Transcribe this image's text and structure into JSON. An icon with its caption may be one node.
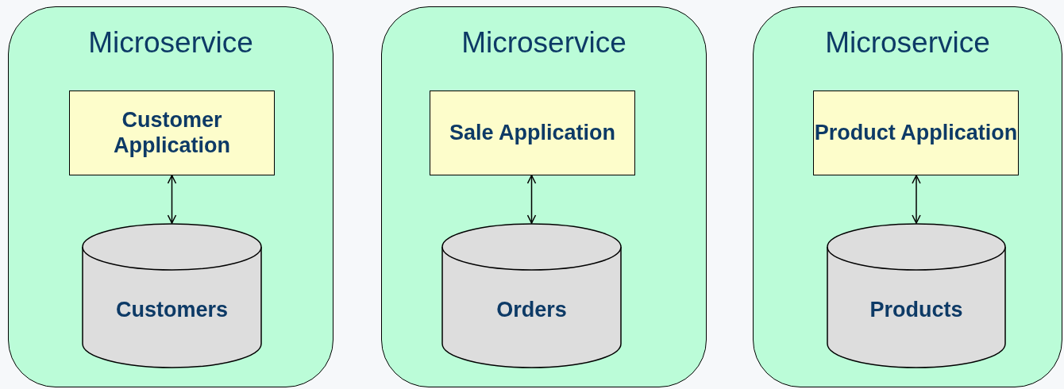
{
  "diagram": {
    "nodes": [
      {
        "text": [
          "Microservice"
        ]
      },
      {
        "text": [
          "Customer Application"
        ],
        "in": 0
      },
      {
        "text": [
          "Customers"
        ],
        "in": 0
      },
      {
        "text": [
          "Microservice"
        ]
      },
      {
        "text": [
          "Sale Application"
        ],
        "in": 3
      },
      {
        "text": [
          "Orders"
        ],
        "in": 3
      },
      {
        "text": [
          "Microservice"
        ]
      },
      {
        "text": [
          "Product Application"
        ],
        "in": 6
      },
      {
        "text": [
          "Products"
        ],
        "in": 6
      }
    ],
    "edges": [
      {
        "from": 1,
        "to": 2,
        "arrow": "both"
      },
      {
        "from": 4,
        "to": 5,
        "arrow": "both"
      },
      {
        "from": 7,
        "to": 8,
        "arrow": "both"
      }
    ]
  }
}
